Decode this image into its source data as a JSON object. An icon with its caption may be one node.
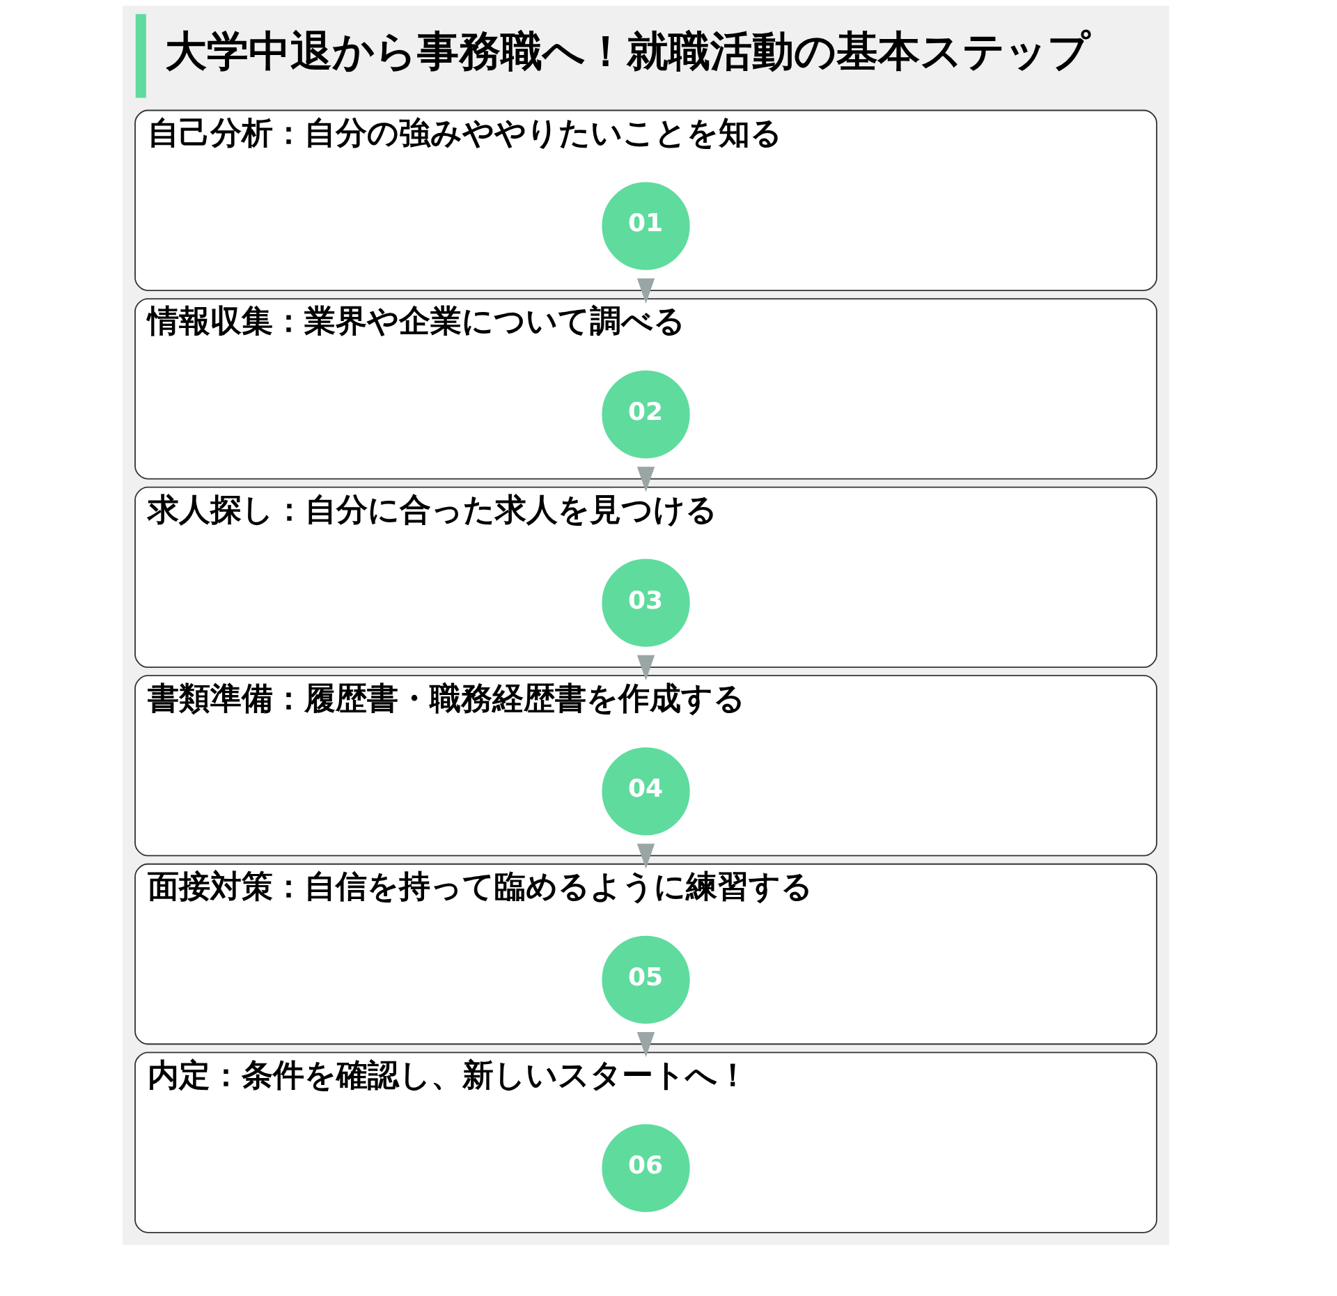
{
  "diagram": {
    "title": "大学中退から事務職へ！就職活動の基本ステップ",
    "nodes": [
      {
        "text": [
          "自己分析：自分の強みややりたいことを知る"
        ]
      },
      {
        "text": [
          "01"
        ],
        "in": 0
      },
      {
        "text": [
          "情報収集：業界や企業について調べる"
        ]
      },
      {
        "text": [
          "02"
        ],
        "in": 2
      },
      {
        "text": [
          "求人探し：自分に合った求人を見つける"
        ]
      },
      {
        "text": [
          "03"
        ],
        "in": 4
      },
      {
        "text": [
          "書類準備：履歴書・職務経歴書を作成する"
        ]
      },
      {
        "text": [
          "04"
        ],
        "in": 6
      },
      {
        "text": [
          "面接対策：自信を持って臨めるように練習する"
        ]
      },
      {
        "text": [
          "05"
        ],
        "in": 8
      },
      {
        "text": [
          "内定：条件を確認し、新しいスタートへ！"
        ]
      },
      {
        "text": [
          "06"
        ],
        "in": 10
      }
    ],
    "edges": [
      {
        "from": 0,
        "to": 2,
        "arrow": "to"
      },
      {
        "from": 2,
        "to": 4,
        "arrow": "to"
      },
      {
        "from": 4,
        "to": 6,
        "arrow": "to"
      },
      {
        "from": 6,
        "to": 8,
        "arrow": "to"
      },
      {
        "from": 8,
        "to": 10,
        "arrow": "to"
      }
    ]
  }
}
